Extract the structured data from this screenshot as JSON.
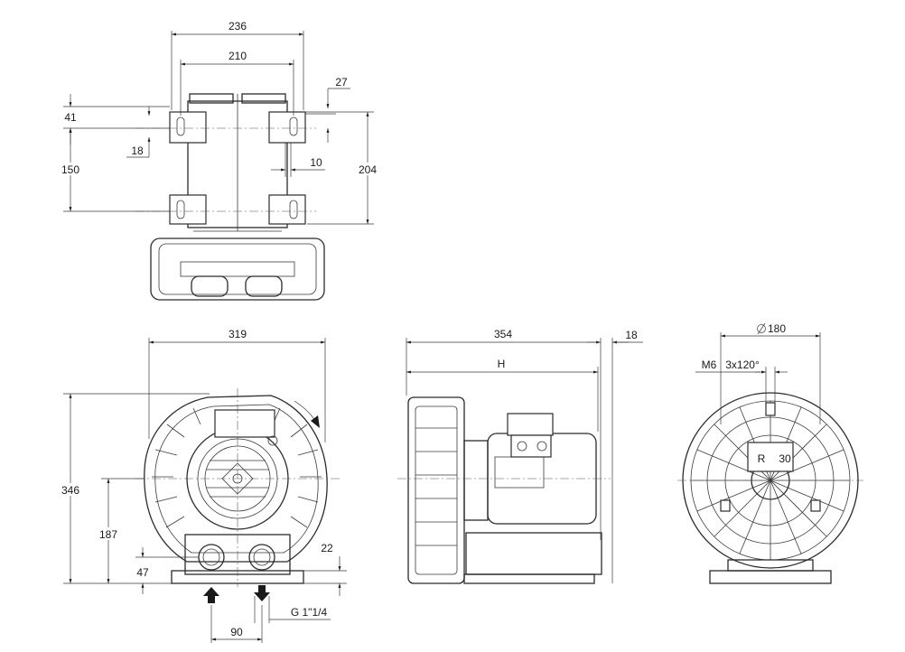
{
  "dimensions": {
    "top_width_overall": "236",
    "top_width_holes": "210",
    "top_offset_right": "27",
    "top_left_41": "41",
    "top_left_18": "18",
    "top_height_150": "150",
    "top_right_10": "10",
    "top_height_204": "204",
    "front_width": "319",
    "front_height": "346",
    "front_axis_height": "187",
    "front_base_47": "47",
    "front_base_22": "22",
    "front_port_spacing": "90",
    "front_thread": "G 1\"1/4",
    "side_length": "354",
    "side_variable": "H",
    "side_offset": "18",
    "rear_diameter": "180",
    "rear_thread": "M6",
    "rear_pattern": "3x120°",
    "rear_radius_label": "R",
    "rear_radius_value": "30"
  },
  "colors": {
    "line": "#2b2b2b",
    "background": "#ffffff"
  }
}
